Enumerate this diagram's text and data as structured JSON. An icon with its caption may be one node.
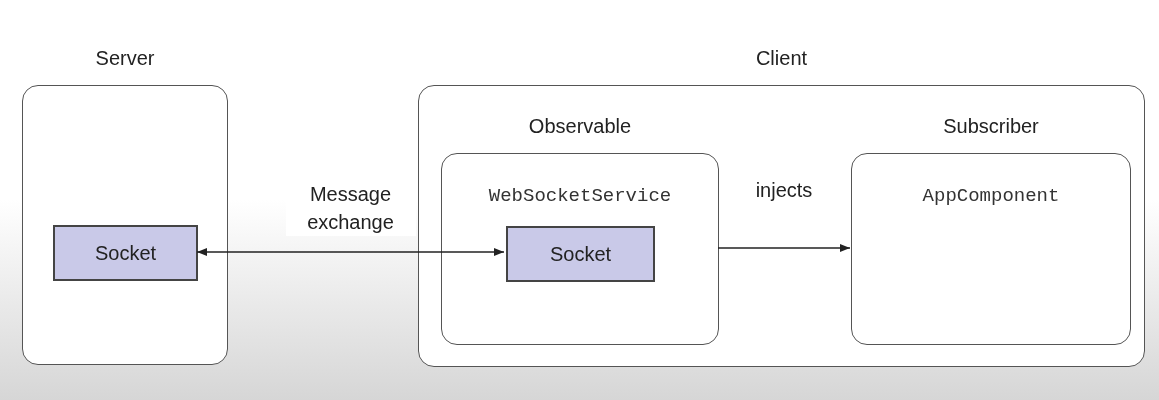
{
  "diagram": {
    "nodes": [
      {
        "text": [
          "Server"
        ]
      },
      {
        "text": [
          "Socket"
        ],
        "in": 0
      },
      {
        "text": [
          "Client"
        ]
      },
      {
        "text": [
          "Observable",
          "WebSocketService"
        ],
        "in": 2
      },
      {
        "text": [
          "Socket"
        ],
        "in": 3
      },
      {
        "text": [
          "Subscriber",
          "AppComponent"
        ],
        "in": 2
      }
    ],
    "edges": [
      {
        "from": 1,
        "to": 4,
        "arrow": "both",
        "label": "Message exchange"
      },
      {
        "from": 3,
        "to": 5,
        "arrow": "to",
        "label": "injects"
      }
    ]
  }
}
